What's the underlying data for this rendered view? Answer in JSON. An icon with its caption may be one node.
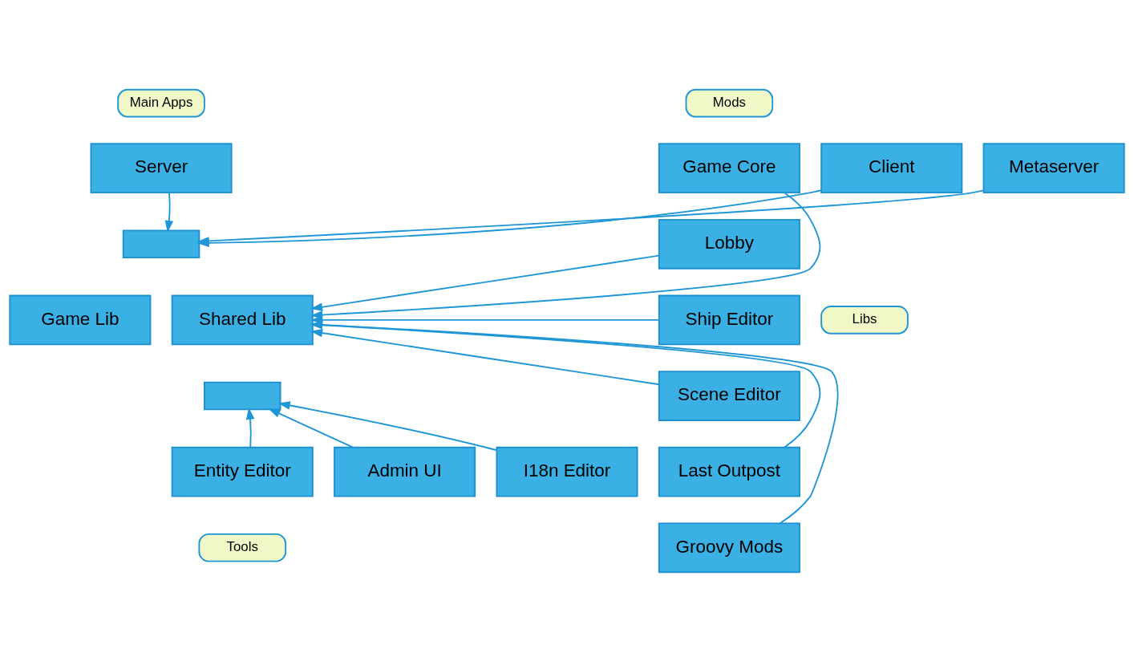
{
  "diagram": {
    "nodes": [
      {
        "text": [
          "Main Apps"
        ]
      },
      {
        "text": [
          "Mods"
        ]
      },
      {
        "text": [
          "Game Core"
        ]
      },
      {
        "text": [
          "Client"
        ]
      },
      {
        "text": [
          "Server"
        ]
      },
      {
        "text": [
          "Metaserver"
        ]
      },
      {
        "text": [
          "Lobby"
        ]
      },
      {
        "text": [],
        "shape": "box"
      },
      {
        "text": [
          "Libs"
        ]
      },
      {
        "text": [
          "Game Lib"
        ]
      },
      {
        "text": [
          "Shared Lib"
        ]
      },
      {
        "text": [
          "Ship Editor"
        ]
      },
      {
        "text": [],
        "shape": "box"
      },
      {
        "text": [
          "Scene Editor"
        ]
      },
      {
        "text": [
          "Admin UI"
        ]
      },
      {
        "text": [
          "Entity Editor"
        ]
      },
      {
        "text": [
          "I18n Editor"
        ]
      },
      {
        "text": [
          "Last Outpost"
        ]
      },
      {
        "text": [
          "Tools"
        ]
      },
      {
        "text": [
          "Groovy Mods"
        ]
      }
    ],
    "edges": [
      {
        "from": 3,
        "to": 7,
        "arrow": "to"
      },
      {
        "from": 4,
        "to": 7,
        "arrow": "to"
      },
      {
        "from": 5,
        "to": 7,
        "arrow": "to"
      },
      {
        "from": 2,
        "to": 10,
        "arrow": "to"
      },
      {
        "from": 6,
        "to": 10,
        "arrow": "to"
      },
      {
        "from": 11,
        "to": 10,
        "arrow": "to"
      },
      {
        "from": 13,
        "to": 10,
        "arrow": "to"
      },
      {
        "from": 17,
        "to": 10,
        "arrow": "to"
      },
      {
        "from": 19,
        "to": 10,
        "arrow": "to"
      },
      {
        "from": 14,
        "to": 12,
        "arrow": "to"
      },
      {
        "from": 15,
        "to": 12,
        "arrow": "to"
      },
      {
        "from": 16,
        "to": 12,
        "arrow": "to"
      }
    ]
  }
}
